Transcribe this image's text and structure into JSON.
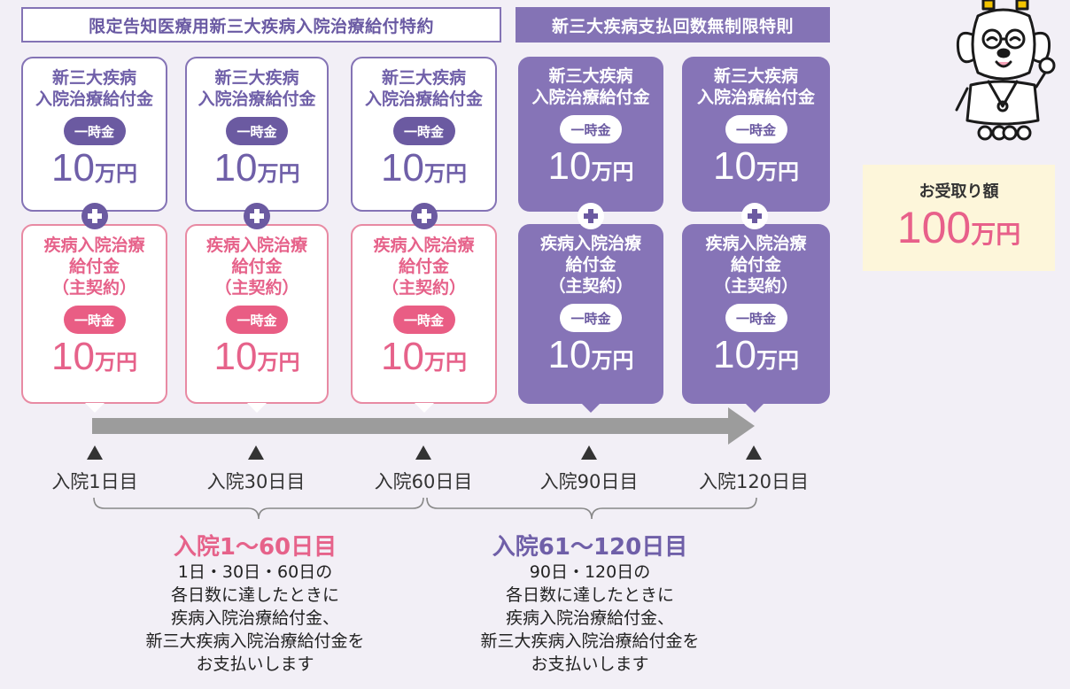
{
  "header": {
    "limited_label": "限定告知医療用新三大疾病入院治療給付特約",
    "unlimited_label": "新三大疾病支払回数無制限特則"
  },
  "columns": [
    {
      "top_card": {
        "title": "新三大疾病\n入院治療給付金",
        "pill": "一時金",
        "amount": "10",
        "unit": "万円"
      },
      "main_card": {
        "title": "疾病入院治療\n給付金\n（主契約）",
        "pill": "一時金",
        "amount": "10",
        "unit": "万円"
      }
    },
    {
      "top_card": {
        "title": "新三大疾病\n入院治療給付金",
        "pill": "一時金",
        "amount": "10",
        "unit": "万円"
      },
      "main_card": {
        "title": "疾病入院治療\n給付金\n（主契約）",
        "pill": "一時金",
        "amount": "10",
        "unit": "万円"
      }
    },
    {
      "top_card": {
        "title": "新三大疾病\n入院治療給付金",
        "pill": "一時金",
        "amount": "10",
        "unit": "万円"
      },
      "main_card": {
        "title": "疾病入院治療\n給付金\n（主契約）",
        "pill": "一時金",
        "amount": "10",
        "unit": "万円"
      }
    },
    {
      "top_card": {
        "title": "新三大疾病\n入院治療給付金",
        "pill": "一時金",
        "amount": "10",
        "unit": "万円"
      },
      "main_card": {
        "title": "疾病入院治療\n給付金\n（主契約）",
        "pill": "一時金",
        "amount": "10",
        "unit": "万円"
      }
    },
    {
      "top_card": {
        "title": "新三大疾病\n入院治療給付金",
        "pill": "一時金",
        "amount": "10",
        "unit": "万円"
      },
      "main_card": {
        "title": "疾病入院治療\n給付金\n（主契約）",
        "pill": "一時金",
        "amount": "10",
        "unit": "万円"
      }
    }
  ],
  "timeline": {
    "days": [
      "入院1日目",
      "入院30日目",
      "入院60日目",
      "入院90日目",
      "入院120日目"
    ]
  },
  "ranges": [
    {
      "title": "入院1〜60日目",
      "description": "1日・30日・60日の\n各日数に達したときに\n疾病入院治療給付金、\n新三大疾病入院治療給付金を\nお支払いします"
    },
    {
      "title": "入院61〜120日目",
      "description": "90日・120日の\n各日数に達したときに\n疾病入院治療給付金、\n新三大疾病入院治療給付金を\nお支払いします"
    }
  ],
  "total": {
    "label": "お受取り額",
    "amount": "100",
    "unit": "万円"
  },
  "colors": {
    "purple": "#8473b5",
    "purple_dark": "#6b5aa1",
    "pink": "#e6628a",
    "cream": "#fdf6da",
    "background": "#f2eff6"
  },
  "icons": {
    "plus": "plus-circle-icon",
    "mascot": "mascot-doctor-icon",
    "arrow": "timeline-arrow-icon",
    "marker": "triangle-up-icon"
  }
}
